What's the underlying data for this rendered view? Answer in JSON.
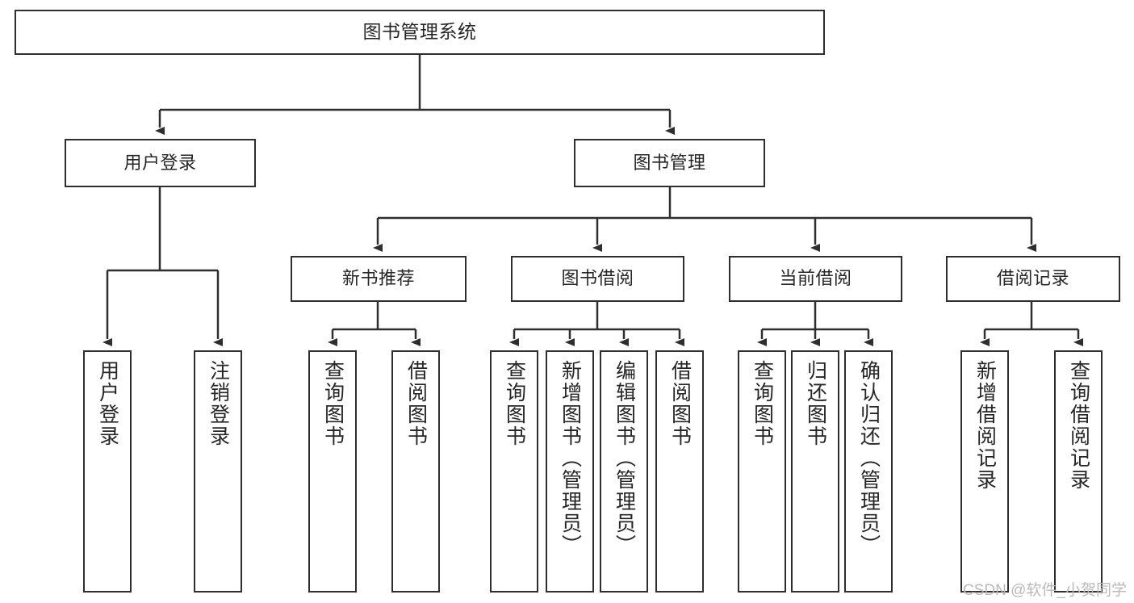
{
  "diagram": {
    "title": "图书管理系统",
    "root": {
      "label": "图书管理系统"
    },
    "level2": [
      {
        "label": "用户登录"
      },
      {
        "label": "图书管理"
      }
    ],
    "level3": [
      {
        "label": "新书推荐"
      },
      {
        "label": "图书借阅"
      },
      {
        "label": "当前借阅"
      },
      {
        "label": "借阅记录"
      }
    ],
    "leaves": {
      "user_login": [
        {
          "label": "用户登录"
        },
        {
          "label": "注销登录"
        }
      ],
      "new_book_recommend": [
        {
          "label": "查询图书"
        },
        {
          "label": "借阅图书"
        }
      ],
      "book_borrow": [
        {
          "label": "查询图书"
        },
        {
          "label": "新增图书（管理员）"
        },
        {
          "label": "编辑图书（管理员）"
        },
        {
          "label": "借阅图书"
        }
      ],
      "current_borrow": [
        {
          "label": "查询图书"
        },
        {
          "label": "归还图书"
        },
        {
          "label": "确认归还（管理员）"
        }
      ],
      "borrow_record": [
        {
          "label": "新增借阅记录"
        },
        {
          "label": "查询借阅记录"
        }
      ]
    }
  },
  "watermark": {
    "text": "CSDN @软件_小贺同学"
  },
  "colors": {
    "border": "#2e2e2e",
    "text": "#262626",
    "background": "#ffffff",
    "watermark": "#b9b9b9"
  }
}
